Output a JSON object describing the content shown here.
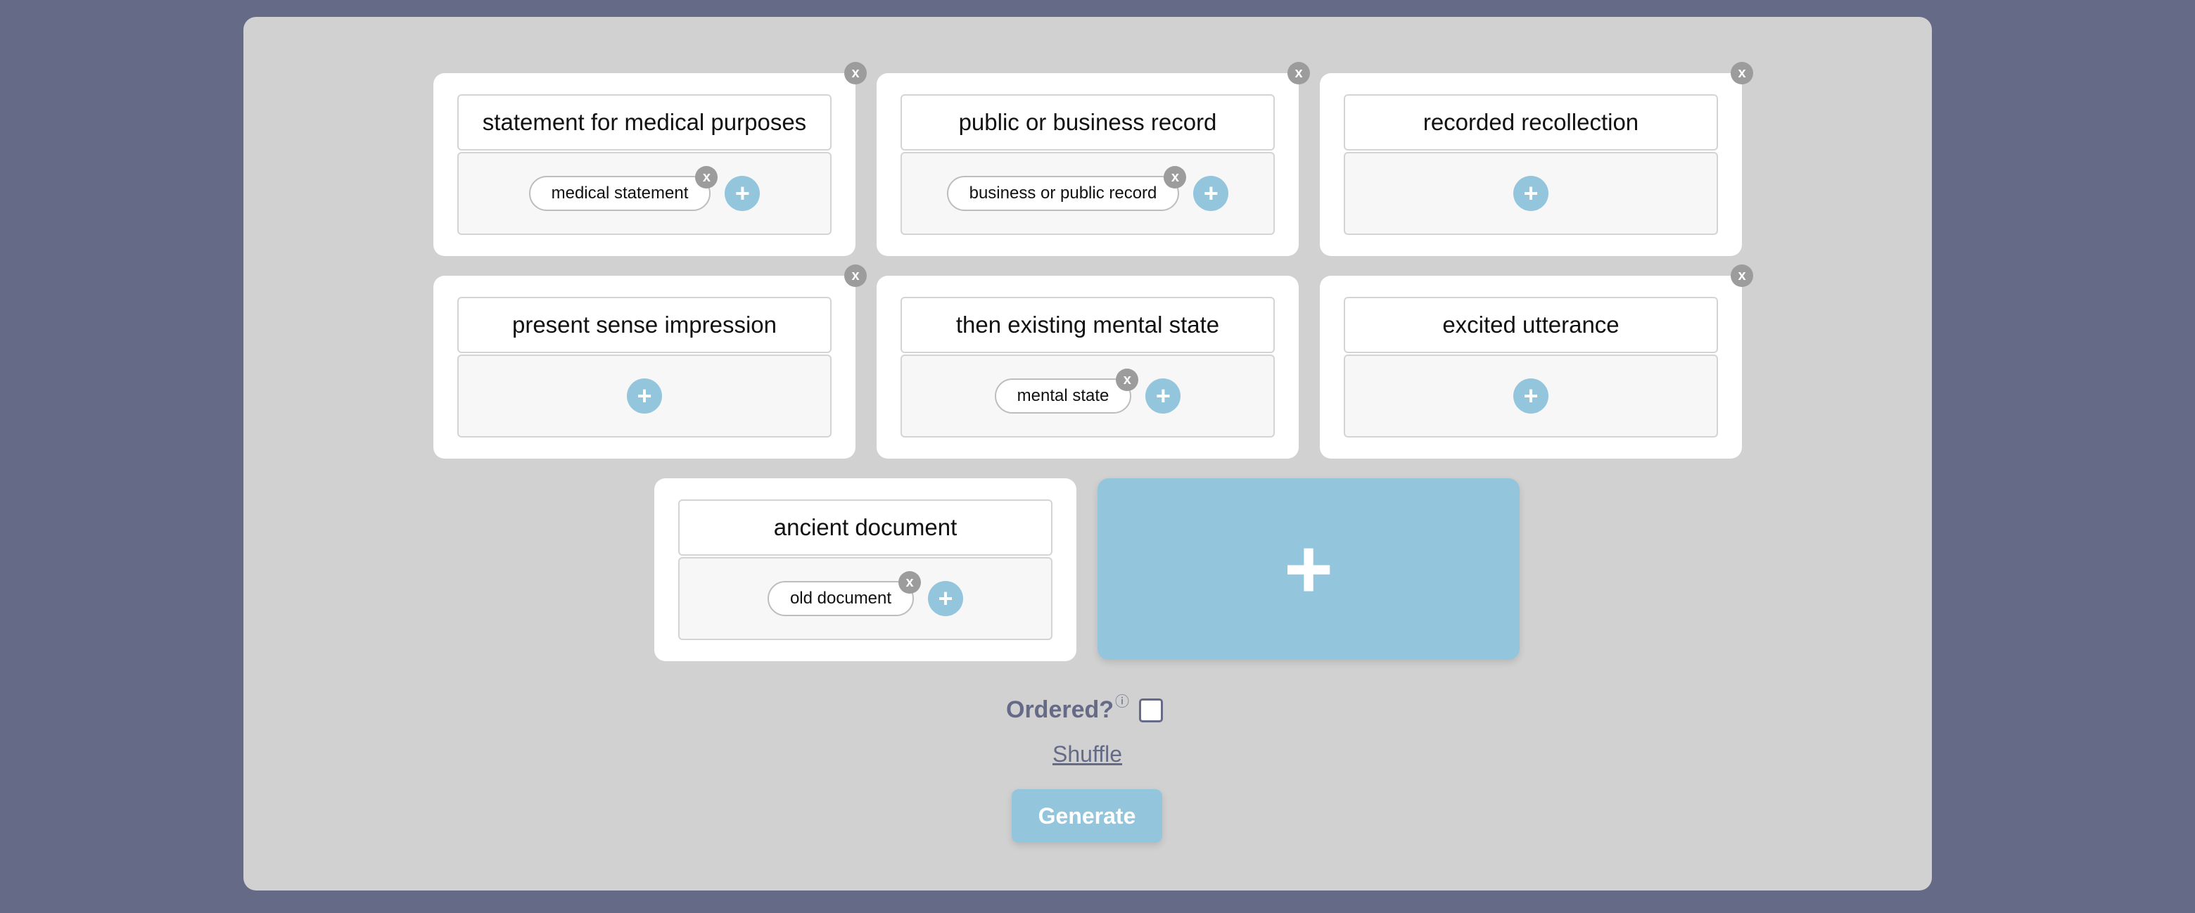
{
  "cards": [
    {
      "title": "statement for medical purposes",
      "chips": [
        "medical statement"
      ]
    },
    {
      "title": "public or business record",
      "chips": [
        "business or public record"
      ]
    },
    {
      "title": "recorded recollection",
      "chips": []
    },
    {
      "title": "present sense impression",
      "chips": []
    },
    {
      "title": "then existing mental state",
      "chips": [
        "mental state"
      ]
    },
    {
      "title": "excited utterance",
      "chips": []
    },
    {
      "title": "ancient document",
      "chips": [
        "old document"
      ]
    }
  ],
  "icons": {
    "close": "x",
    "plus": "+",
    "help": "?"
  },
  "controls": {
    "ordered_label": "Ordered?",
    "ordered_checked": false,
    "shuffle_label": "Shuffle",
    "generate_label": "Generate"
  },
  "colors": {
    "background": "#656a86",
    "panel": "#d1d1d1",
    "accent": "#93c5dd"
  }
}
